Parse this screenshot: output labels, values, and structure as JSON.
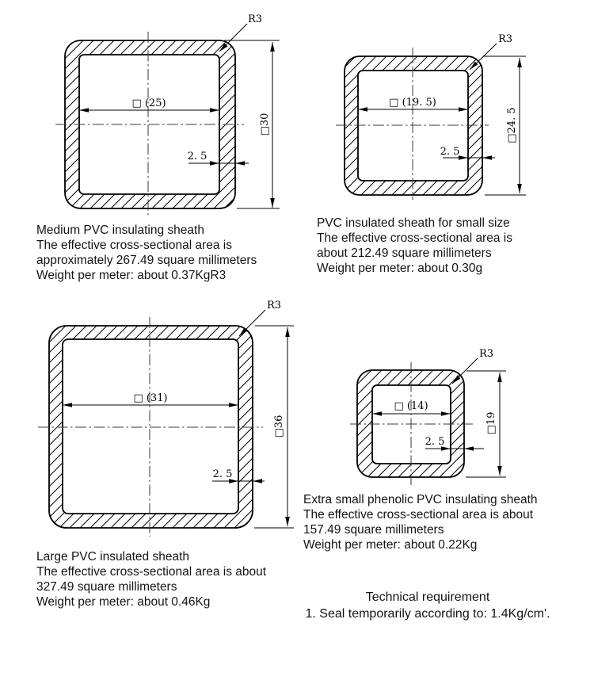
{
  "colors": {
    "line": "#000000",
    "centerline": "#3a3a3a",
    "text": "#141414",
    "background": "#ffffff"
  },
  "drawings": {
    "medium": {
      "radius_label": "R3",
      "width_label": "□ (25)",
      "height_label": "□30",
      "thickness_label": "2. 5",
      "description_lines": [
        "Medium PVC insulating sheath",
        "The effective cross-sectional area is",
        "approximately 267.49 square millimeters",
        "Weight per meter: about 0.37KgR3"
      ]
    },
    "small": {
      "radius_label": "R3",
      "width_label": "□ (19. 5)",
      "height_label": "□24. 5",
      "thickness_label": "2. 5",
      "description_lines": [
        "PVC insulated sheath for small size",
        "The effective cross-sectional area is",
        "about 212.49 square millimeters",
        "Weight per meter: about 0.30g"
      ]
    },
    "large": {
      "radius_label": "R3",
      "width_label": "□ (31)",
      "height_label": "□36",
      "thickness_label": "2. 5",
      "description_lines": [
        "Large PVC insulated sheath",
        "The effective cross-sectional area is about",
        "327.49 square millimeters",
        "Weight per meter: about 0.46Kg"
      ]
    },
    "extra_small": {
      "radius_label": "R3",
      "width_label": "□ (14)",
      "height_label": "□19",
      "thickness_label": "2. 5",
      "description_lines": [
        "Extra small phenolic PVC insulating sheath",
        "The effective cross-sectional area is about",
        "157.49 square millimeters",
        "Weight per meter: about 0.22Kg"
      ]
    }
  },
  "technical_requirement": {
    "title": "Technical requirement",
    "item_1": "1. Seal temporarily according to: 1.4Kg/cm'."
  }
}
